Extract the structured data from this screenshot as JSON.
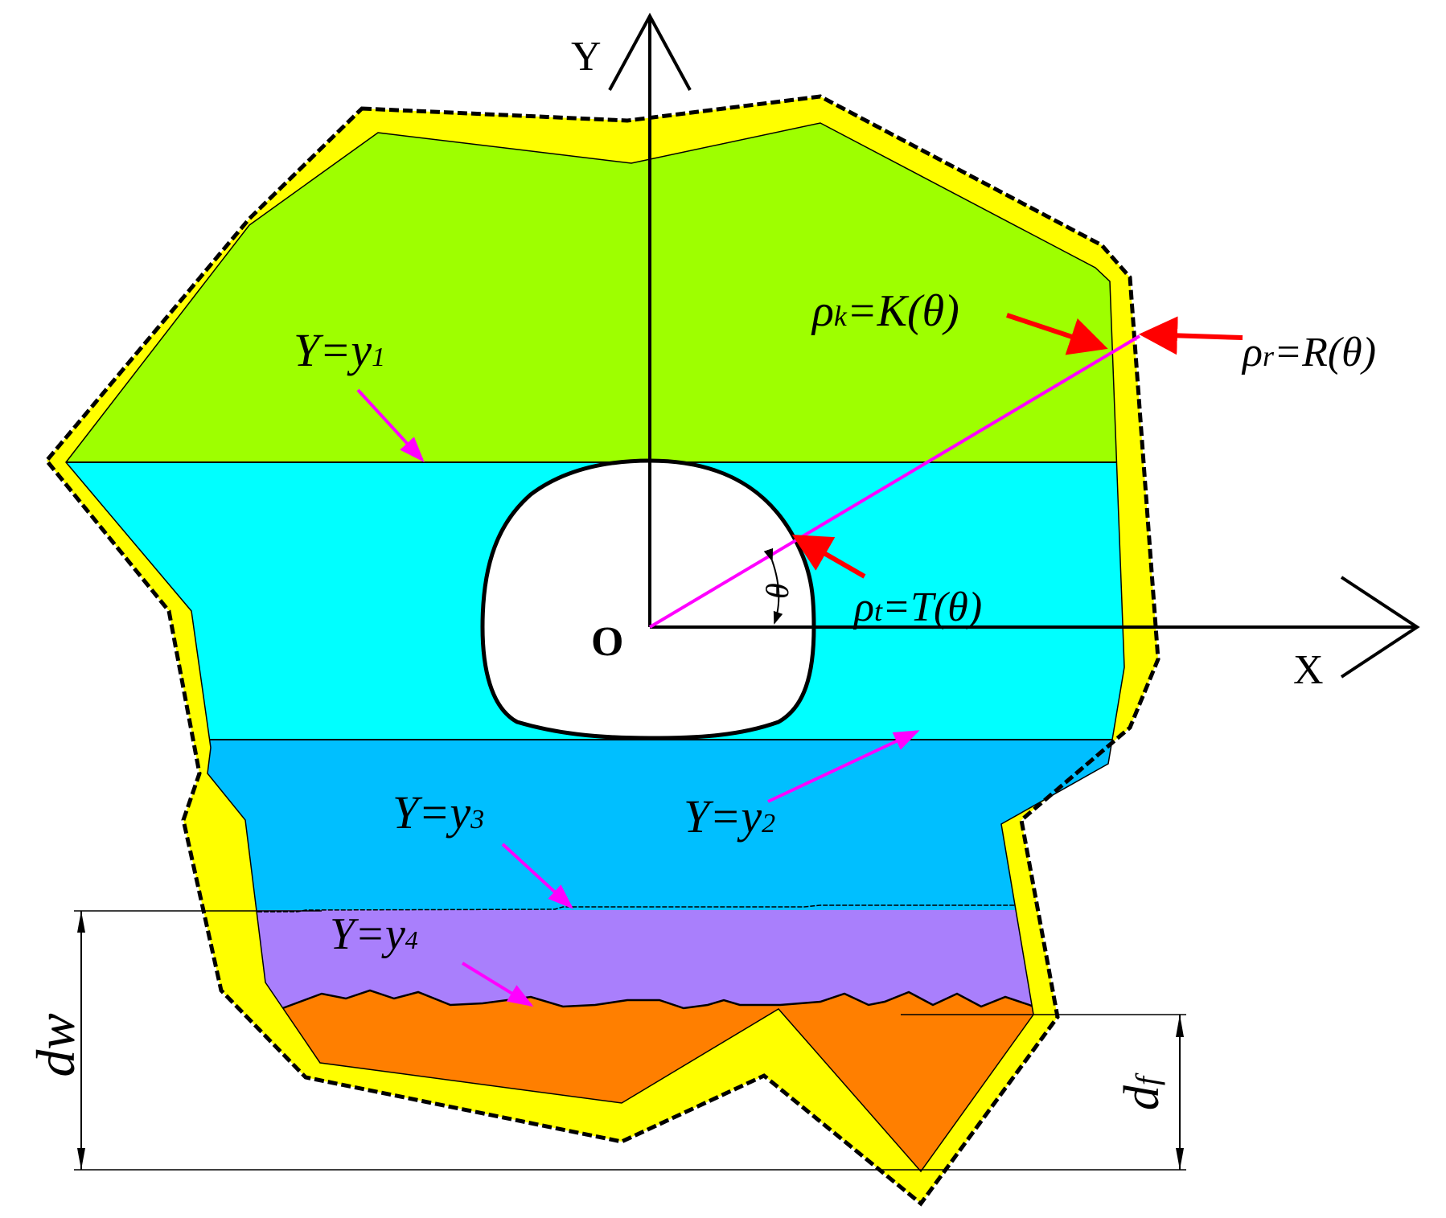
{
  "colors": {
    "layer_1": "#9eff00",
    "layer_2": "#00ffff",
    "layer_3": "#00bfff",
    "layer_4": "#a97ffc",
    "layer_5": "#ff7f00",
    "boundary_band": "#ffff00",
    "radius_line": "#ff00ff",
    "pointer_arrow_red": "#ff0000",
    "pointer_arrow_magenta": "#ff00ff",
    "axes": "#000000"
  },
  "axes": {
    "x_label": "X",
    "y_label": "Y",
    "origin_label": "O",
    "angle_label": "θ"
  },
  "boundaries": {
    "k": {
      "symbol": "ρ",
      "subscript": "k",
      "equation": "=K(θ)"
    },
    "r": {
      "symbol": "ρ",
      "subscript": "r",
      "equation": "=R(θ)"
    },
    "t": {
      "symbol": "ρ",
      "subscript": "t",
      "equation": "=T(θ)"
    }
  },
  "layer_lines": [
    {
      "prefix": "Y=",
      "var": "y",
      "sub": "1"
    },
    {
      "prefix": "Y=",
      "var": "y",
      "sub": "2"
    },
    {
      "prefix": "Y=",
      "var": "y",
      "sub": "3"
    },
    {
      "prefix": "Y=",
      "var": "y",
      "sub": "4"
    }
  ],
  "dimensions": {
    "dw": {
      "main": "d",
      "sub": "w"
    },
    "df": {
      "main": "d",
      "sub": "f"
    }
  }
}
